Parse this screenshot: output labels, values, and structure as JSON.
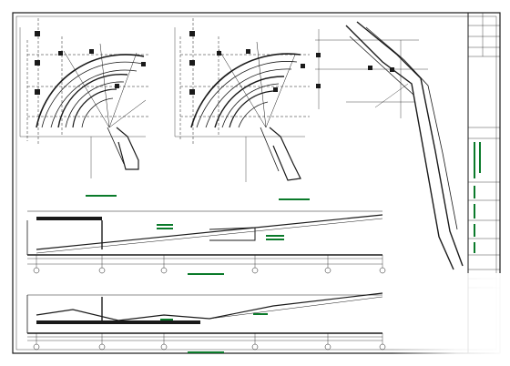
{
  "drawing": {
    "colors": {
      "line": "#1a1a1a",
      "annotation": "#0a7a2a",
      "paper": "#ffffff",
      "fade": "#ffffff"
    },
    "views": [
      {
        "id": "plan-a",
        "kind": "curved-ramp-plan"
      },
      {
        "id": "plan-b",
        "kind": "curved-ramp-plan"
      },
      {
        "id": "plan-c",
        "kind": "straight-ramp-plan"
      },
      {
        "id": "section-a",
        "kind": "ramp-section"
      },
      {
        "id": "section-b",
        "kind": "ramp-section"
      }
    ],
    "title_block": {
      "row_count": 14,
      "rotated_note_count": 6
    }
  }
}
